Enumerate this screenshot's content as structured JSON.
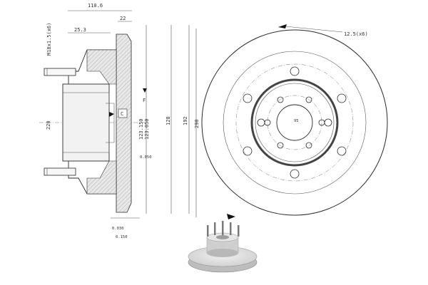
{
  "drawing": {
    "side_view": {
      "dim_top": "110.6",
      "dim_flange": "22",
      "dim_offset": "25.3",
      "dim_bolt": "M18x1.5(x6)",
      "dim_height": "220",
      "dim_bore_max": "123.150",
      "dim_bore_min": "123.050",
      "dim_pcd": "128",
      "dim_hub": "192",
      "dim_runout": "0.050",
      "dim_tol_a": "0.030",
      "dim_tol_b": "0.150",
      "label_c": "C",
      "label_f": "F"
    },
    "front_view": {
      "dim_diameter": "290",
      "dim_holes": "12.5(x6)",
      "dim_center": "95"
    },
    "colors": {
      "line": "#2a2a2a",
      "hatch": "#c8c8c8",
      "disc_fill": "#f4f4f4",
      "ring_dark": "#444444"
    }
  }
}
